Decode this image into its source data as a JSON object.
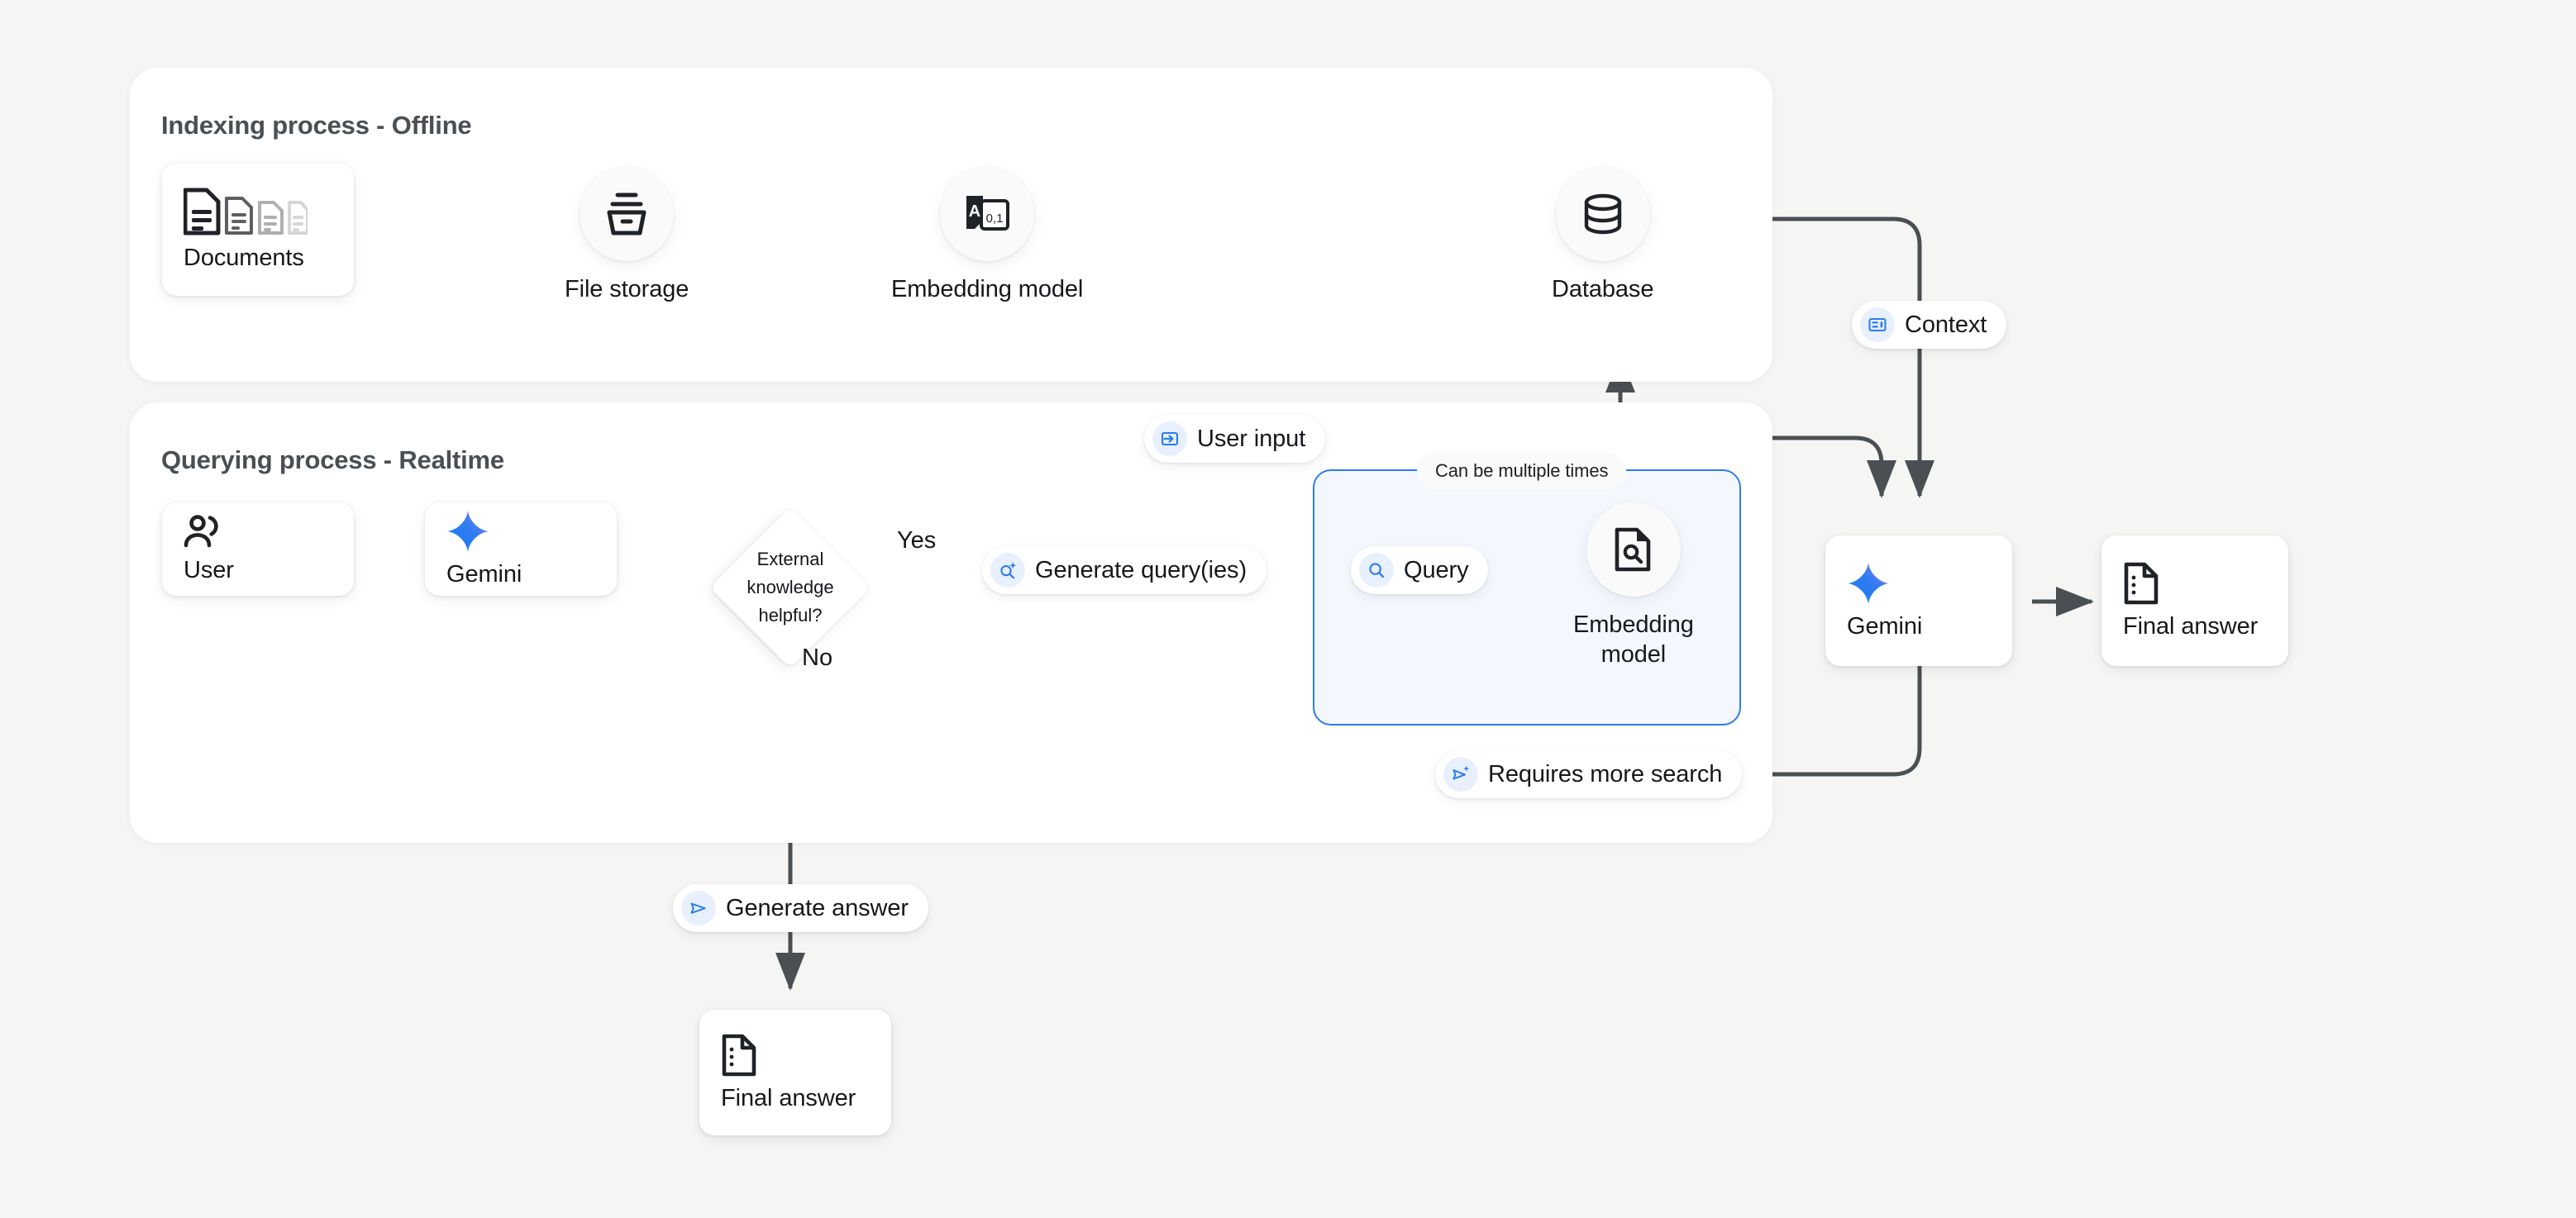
{
  "canvas": {
    "background": "#f5f5f3",
    "accent_blue": "#2b7cf0",
    "pill_icon_bg": "#e8f0fe",
    "loop_fill": "#f4f8fe",
    "wire_color": "#4a4f54"
  },
  "panels": [
    {
      "id": "indexing",
      "title": "Indexing process - Offline"
    },
    {
      "id": "querying",
      "title": "Querying process - Realtime"
    }
  ],
  "indexing": {
    "documents": {
      "label": "Documents",
      "icon": "documents-stack-icon"
    },
    "file_storage": {
      "label": "File storage",
      "icon": "archive-box-icon"
    },
    "embedding_model": {
      "label": "Embedding model",
      "icon": "text-to-vector-icon",
      "icon_text_a": "A",
      "icon_text_bits": "0,1"
    },
    "database": {
      "label": "Database",
      "icon": "database-cylinder-icon"
    }
  },
  "querying": {
    "user": {
      "label": "User",
      "icon": "people-icon"
    },
    "gemini_left": {
      "label": "Gemini",
      "icon": "gemini-sparkle-icon"
    },
    "decision": {
      "label": "External\nknowledge\nhelpful?",
      "yes": "Yes",
      "no": "No"
    },
    "generate_queries": {
      "label": "Generate query(ies)",
      "icon": "search-sparkle-icon"
    },
    "query": {
      "label": "Query",
      "icon": "search-icon"
    },
    "loop_embedding_model": {
      "label": "Embedding\nmodel",
      "icon": "document-search-icon"
    },
    "loop_note": {
      "label": "Can be multiple times"
    },
    "user_input": {
      "label": "User input",
      "icon": "input-arrow-icon"
    },
    "requires_more_search": {
      "label": "Requires more search",
      "icon": "send-sparkle-icon"
    },
    "gemini_right": {
      "label": "Gemini",
      "icon": "gemini-sparkle-icon"
    },
    "final_answer_right": {
      "label": "Final answer",
      "icon": "answer-document-icon"
    }
  },
  "context_pill": {
    "label": "Context",
    "icon": "context-panel-icon"
  },
  "generate_answer": {
    "label": "Generate answer",
    "icon": "send-icon"
  },
  "final_answer_bottom": {
    "label": "Final answer",
    "icon": "answer-document-icon"
  }
}
